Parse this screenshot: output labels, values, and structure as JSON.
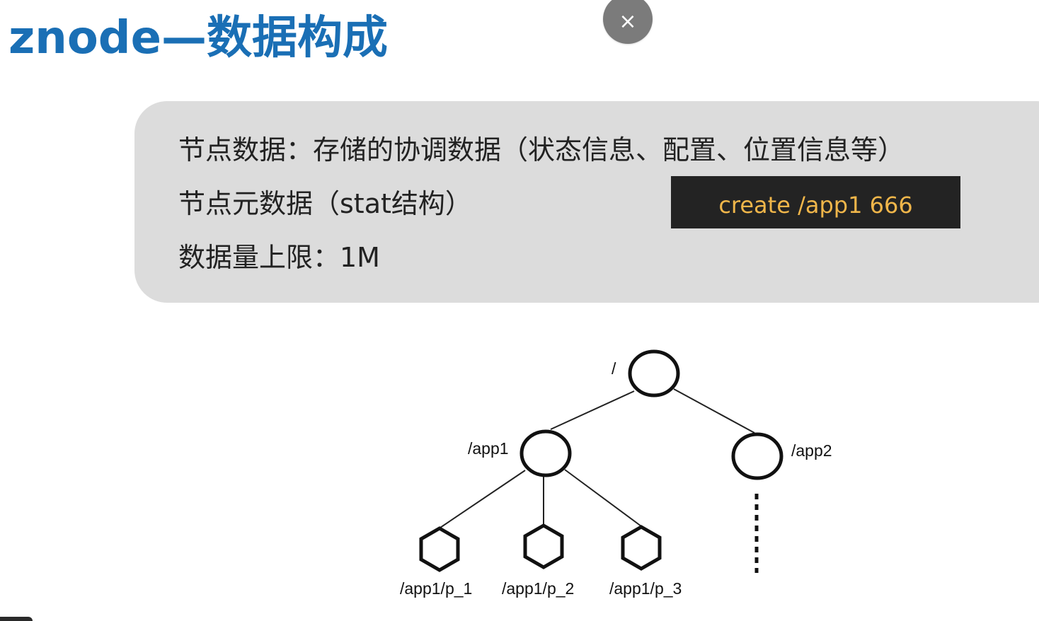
{
  "slide": {
    "title": "znode—数据构成"
  },
  "overlay": {
    "close_icon": "close-icon",
    "close_glyph": "×"
  },
  "panel": {
    "lines": [
      "节点数据：存储的协调数据（状态信息、配置、位置信息等）",
      "节点元数据（stat结构）",
      "数据量上限：1M"
    ],
    "command": "create /app1 666"
  },
  "tree": {
    "root_label": "/",
    "app1_label": "/app1",
    "app2_label": "/app2",
    "children": [
      "/app1/p_1",
      "/app1/p_2",
      "/app1/p_3"
    ]
  }
}
